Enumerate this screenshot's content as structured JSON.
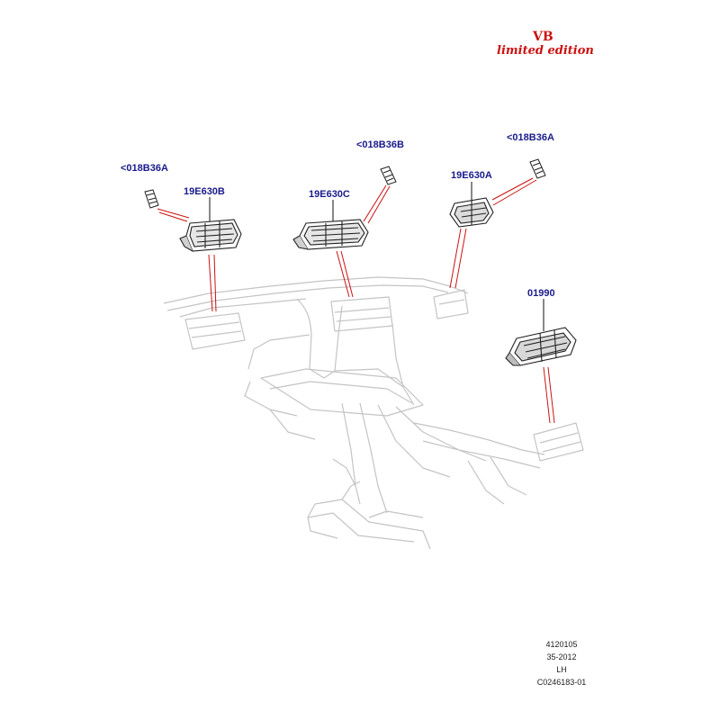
{
  "brand": {
    "code": "VB",
    "tagline": "limited edition"
  },
  "labels": {
    "p018b36a_left": "<018B36A",
    "p19e630b": "19E630B",
    "p018b36b": "<018B36B",
    "p19e630c": "19E630C",
    "p018b36a_right": "<018B36A",
    "p19e630a": "19E630A",
    "p01990": "01990"
  },
  "footer": {
    "line1": "4120105",
    "line2": "35-2012",
    "line3": "LH",
    "line4": "C0246183-01"
  },
  "colors": {
    "label": "#1a1a8c",
    "leader": "#cc1111",
    "brand": "#cc1111",
    "outline": "#c4c4c4"
  }
}
